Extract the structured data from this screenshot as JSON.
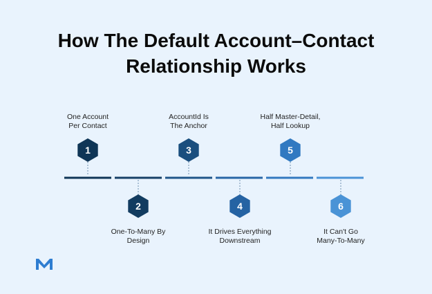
{
  "title": {
    "line1": "How The Default Account–Contact",
    "line2": "Relationship Works"
  },
  "steps": [
    {
      "number": "1",
      "lines": [
        "One Account",
        "Per Contact"
      ],
      "position": "above",
      "color": "#0f3556"
    },
    {
      "number": "2",
      "lines": [
        "One-To-Many By",
        "Design"
      ],
      "position": "below",
      "color": "#123c60"
    },
    {
      "number": "3",
      "lines": [
        "AccountId Is",
        "The Anchor"
      ],
      "position": "above",
      "color": "#1a4e7e"
    },
    {
      "number": "4",
      "lines": [
        "It Drives Everything",
        "Downstream"
      ],
      "position": "below",
      "color": "#2563a3"
    },
    {
      "number": "5",
      "lines": [
        "Half Master-Detail,",
        "Half Lookup"
      ],
      "position": "above",
      "color": "#3179c1"
    },
    {
      "number": "6",
      "lines": [
        "It Can't Go",
        "Many-To-Many"
      ],
      "position": "below",
      "color": "#4a93d6"
    }
  ],
  "segment_colors": [
    "#0f3556",
    "#163f66",
    "#1f5589",
    "#2866a6",
    "#3279c0",
    "#4a93d6"
  ],
  "logo": {
    "name": "m-logo-icon",
    "color": "#2e7dd1"
  }
}
